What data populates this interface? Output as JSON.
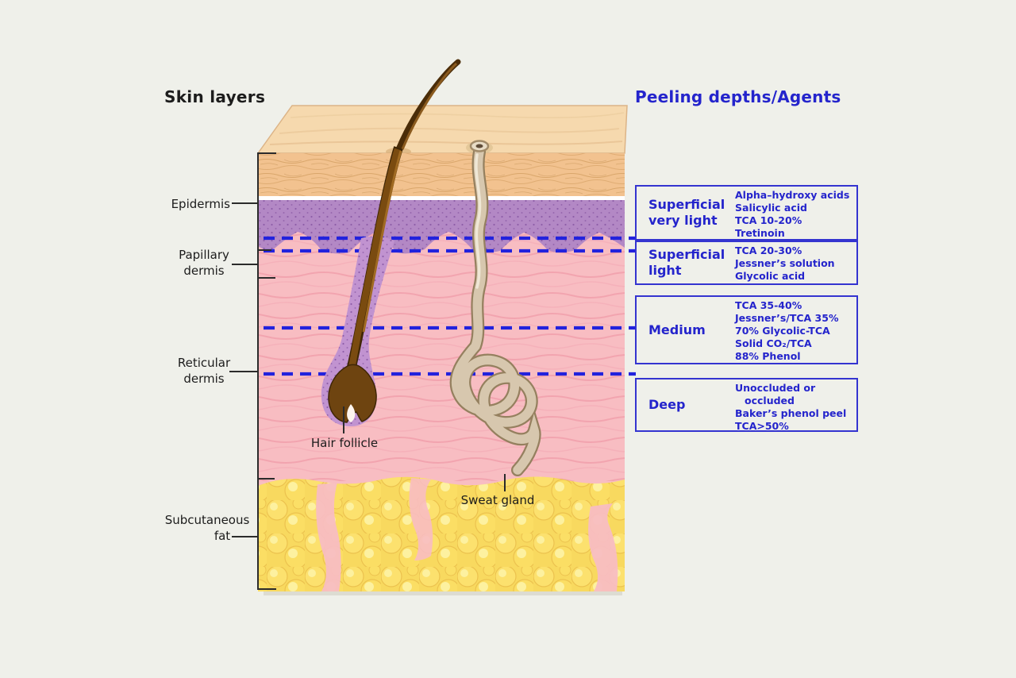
{
  "colors": {
    "background": "#eff0ea",
    "accent_blue": "#2424cc",
    "dash_blue": "#2222dd",
    "label_text": "#1c1c1c",
    "top_face": "#f6d9ae",
    "stratum_corneum": "#f2c28f",
    "epidermis_purple": "#b388c5",
    "dermis_pink": "#f8bdc2",
    "fat_yellow": "#f8d95f",
    "hair_brown": "#7a4b10",
    "gland_tan": "#d7c7ae"
  },
  "titles": {
    "skin": "Skin layers",
    "peeling": "Peeling depths/Agents"
  },
  "layer_labels": {
    "epidermis": "Epidermis",
    "papillary_line1": "Papillary",
    "papillary_line2": "dermis",
    "reticular_line1": "Reticular",
    "reticular_line2": "dermis",
    "subcutaneous_line1": "Subcutaneous",
    "subcutaneous_line2": "fat"
  },
  "structure_labels": {
    "hair_follicle": "Hair follicle",
    "sweat_gland": "Sweat gland"
  },
  "peel_boxes": [
    {
      "depth_line1": "Superficial",
      "depth_line2": "very light",
      "agents": [
        "Alpha–hydroxy acids",
        "Salicylic acid",
        "TCA 10-20%",
        "Tretinoin"
      ]
    },
    {
      "depth_line1": "Superficial",
      "depth_line2": "light",
      "agents": [
        "TCA 20-30%",
        "Jessner’s solution",
        "Glycolic acid"
      ]
    },
    {
      "depth_line1": "Medium",
      "depth_line2": "",
      "agents": [
        "TCA 35-40%",
        "Jessner’s/TCA 35%",
        "70% Glycolic-TCA",
        "Solid CO₂/TCA",
        "88% Phenol"
      ]
    },
    {
      "depth_line1": "Deep",
      "depth_line2": "",
      "agents": [
        "Unoccluded or",
        "occluded",
        "Baker’s phenol peel",
        "TCA>50%"
      ]
    }
  ]
}
